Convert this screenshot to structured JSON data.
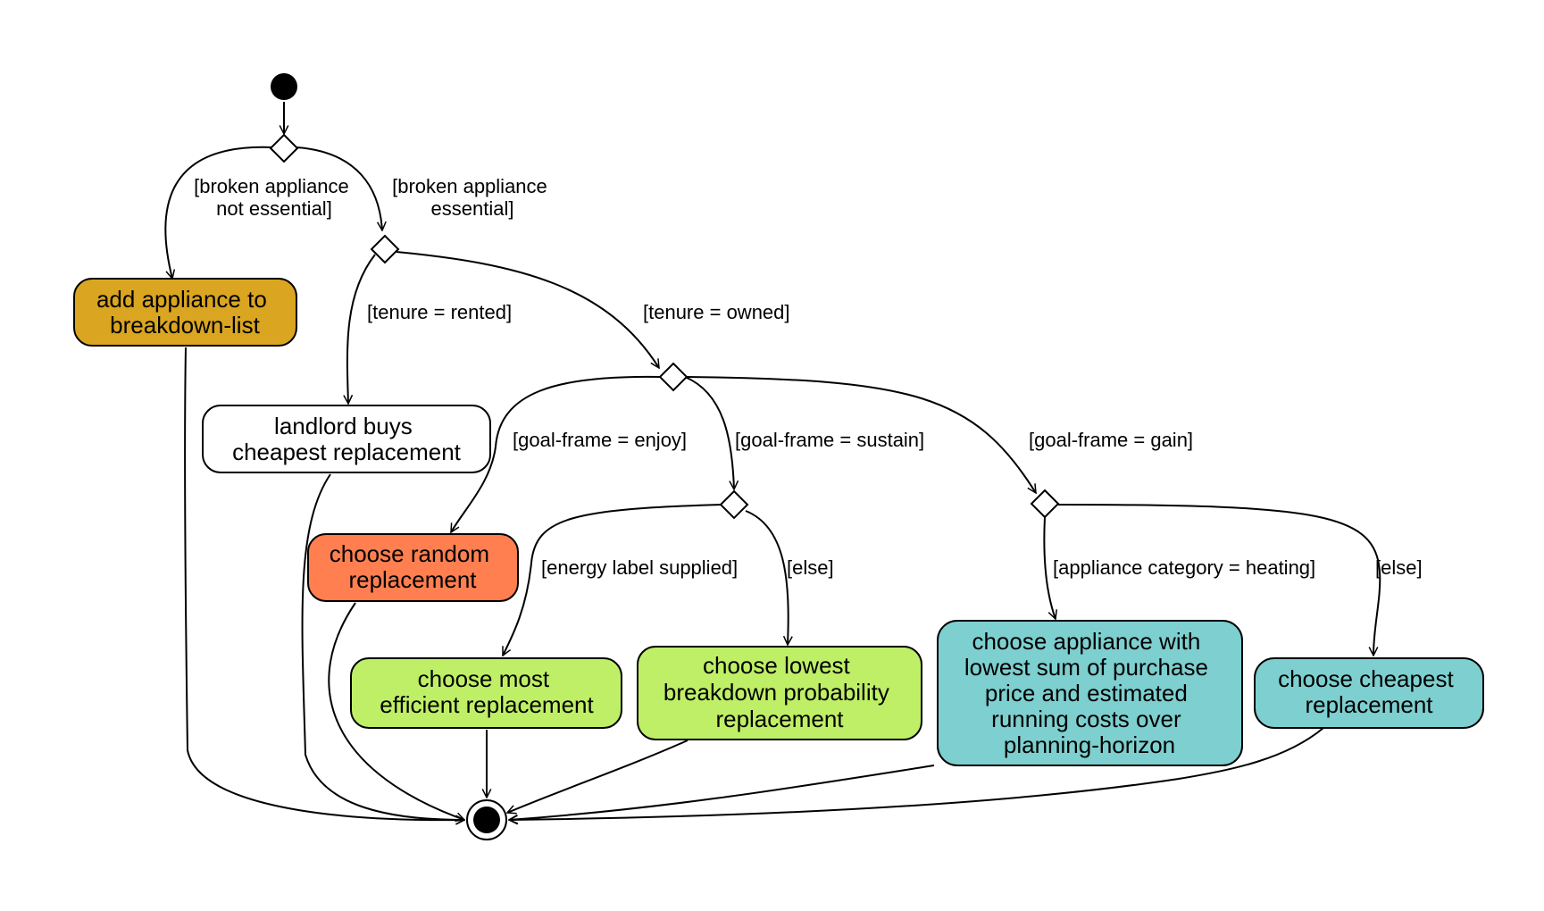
{
  "colors": {
    "breakdown": "#DAA520",
    "landlord": "#FFFFFF",
    "random": "#FF7F50",
    "green": "#BFEF66",
    "teal": "#7ECFCF"
  },
  "nodes": {
    "add_appliance": {
      "lines": [
        "add appliance to",
        "breakdown-list"
      ]
    },
    "landlord": {
      "lines": [
        "landlord buys",
        "cheapest replacement"
      ]
    },
    "random": {
      "lines": [
        "choose random",
        "replacement"
      ]
    },
    "most_efficient": {
      "lines": [
        "choose most",
        "efficient replacement"
      ]
    },
    "lowest_breakdown": {
      "lines": [
        "choose lowest",
        "breakdown probability",
        "replacement"
      ]
    },
    "lowest_sum": {
      "lines": [
        "choose appliance with",
        "lowest sum of purchase",
        "price and estimated",
        "running costs over",
        "planning-horizon"
      ]
    },
    "cheapest": {
      "lines": [
        "choose cheapest",
        "replacement"
      ]
    }
  },
  "guards": {
    "not_essential": [
      "[broken appliance",
      "not essential]"
    ],
    "essential": [
      "[broken appliance",
      "essential]"
    ],
    "rented": "[tenure = rented]",
    "owned": "[tenure = owned]",
    "enjoy": "[goal-frame = enjoy]",
    "sustain": "[goal-frame = sustain]",
    "gain": "[goal-frame = gain]",
    "energy_label": "[energy label supplied]",
    "else_sustain": "[else]",
    "heating": "[appliance category = heating]",
    "else_gain": "[else]"
  }
}
